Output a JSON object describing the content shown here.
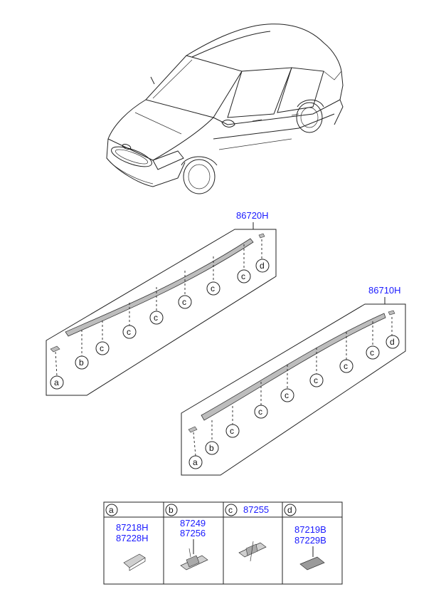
{
  "assemblies": {
    "upper": {
      "part_number": "86720H"
    },
    "lower": {
      "part_number": "86710H"
    }
  },
  "callouts": {
    "a": "a",
    "b": "b",
    "c": "c",
    "d": "d"
  },
  "legend": {
    "a": {
      "letter": "a",
      "part_numbers": [
        "87218H",
        "87228H"
      ]
    },
    "b": {
      "letter": "b",
      "part_numbers": [
        "87249",
        "87256"
      ]
    },
    "c": {
      "letter": "c",
      "part_numbers": [
        "87255"
      ]
    },
    "d": {
      "letter": "d",
      "part_numbers": [
        "87219B",
        "87229B"
      ]
    }
  },
  "colors": {
    "part_number_text": "#1a1aff",
    "line_art": "#222222",
    "part_fill": "#bdbdbd"
  }
}
